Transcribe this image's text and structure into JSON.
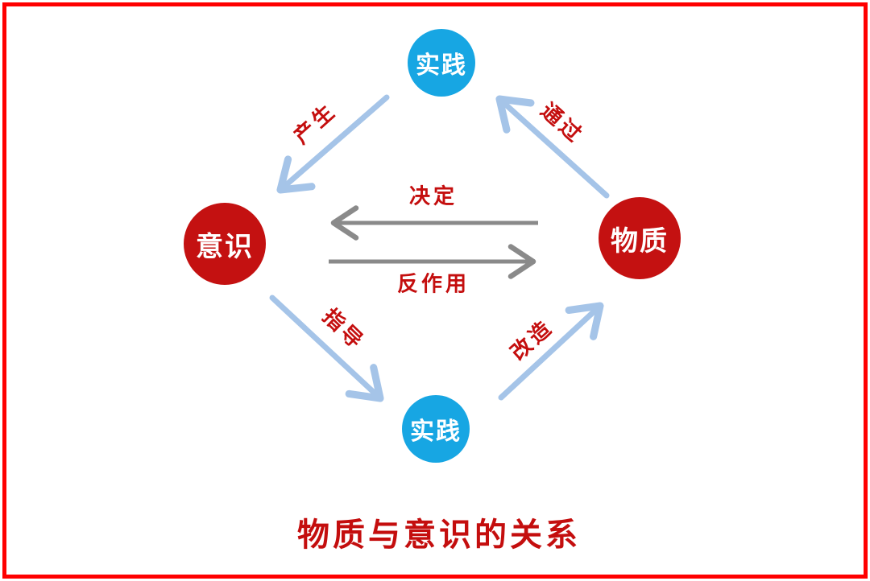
{
  "diagram": {
    "title": "物质与意识的关系",
    "nodes": {
      "practice_top": {
        "label": "实践"
      },
      "consciousness": {
        "label": "意识"
      },
      "matter": {
        "label": "物质"
      },
      "practice_bottom": {
        "label": "实践"
      }
    },
    "edges": {
      "produce": {
        "label": "产生",
        "from": "practice_top",
        "to": "consciousness"
      },
      "through": {
        "label": "通过",
        "from": "matter",
        "to": "practice_top"
      },
      "determine": {
        "label": "决定",
        "from": "matter",
        "to": "consciousness"
      },
      "counteract": {
        "label": "反作用",
        "from": "consciousness",
        "to": "matter"
      },
      "guide": {
        "label": "指导",
        "from": "consciousness",
        "to": "practice_bottom"
      },
      "transform": {
        "label": "改造",
        "from": "practice_bottom",
        "to": "matter"
      }
    },
    "colors": {
      "border": "#ff0000",
      "node_red": "#c41111",
      "node_blue": "#17a6e3",
      "arrow_light_blue": "#a5c4e8",
      "arrow_gray": "#8a8a8a",
      "label_red": "#c40e0e",
      "node_text": "#ffffff",
      "background": "#ffffff"
    }
  }
}
